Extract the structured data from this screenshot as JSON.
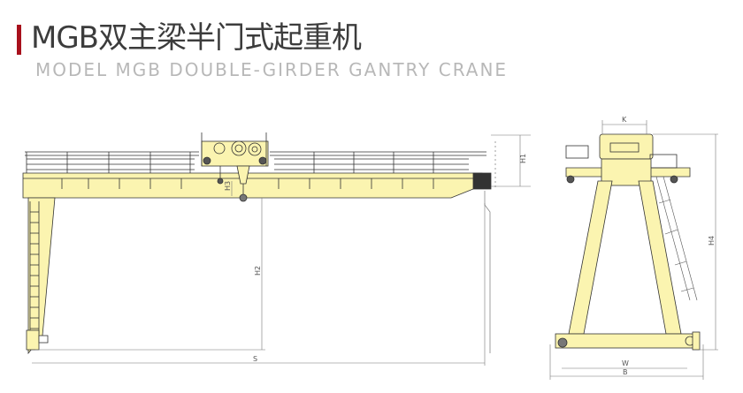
{
  "header": {
    "title_cn": "MGB双主梁半门式起重机",
    "title_en": "MODEL MGB DOUBLE-GIRDER GANTRY CRANE",
    "accent_color": "#a8101c"
  },
  "diagram": {
    "fill_color": "#fbf4b0",
    "line_color": "#333333",
    "side_view": {
      "dimensions": {
        "h1": "H1",
        "h2": "H2",
        "h3": "H3",
        "s": "S"
      }
    },
    "end_view": {
      "dimensions": {
        "k": "K",
        "h4": "H4",
        "w": "W",
        "b": "B"
      }
    }
  }
}
